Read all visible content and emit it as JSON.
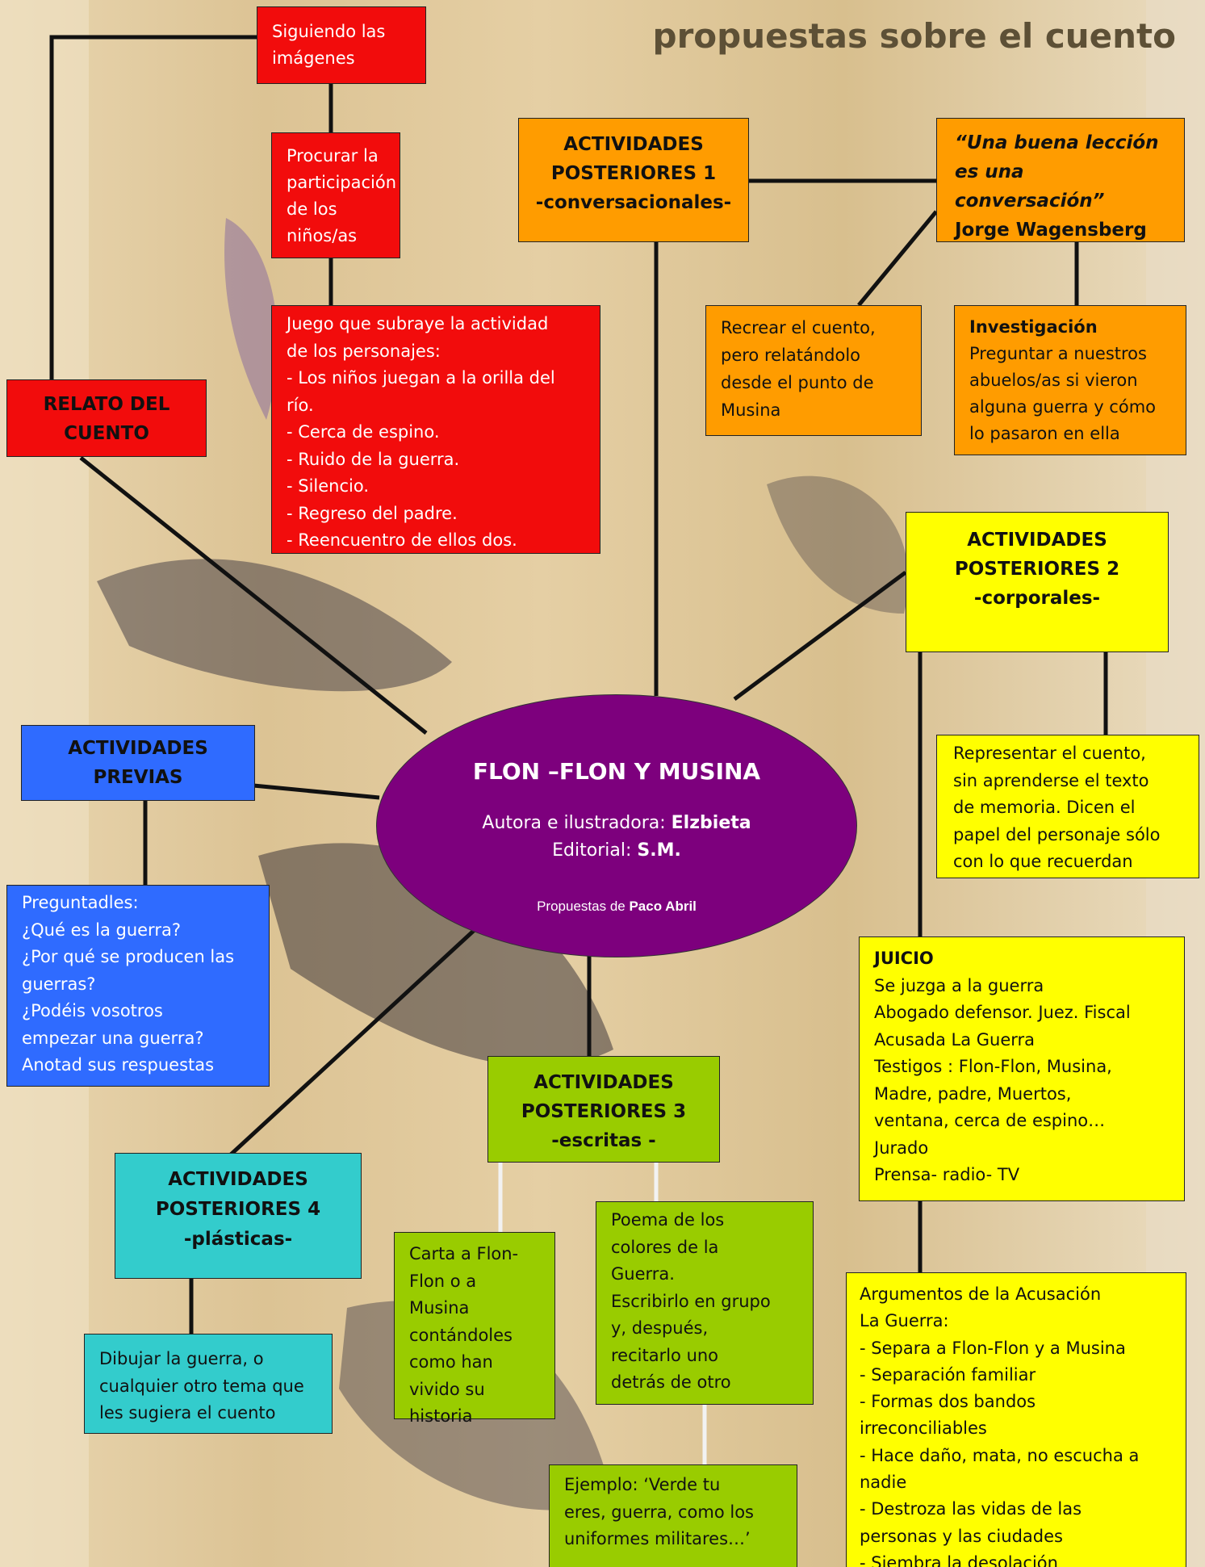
{
  "page_title": "propuestas sobre el cuento",
  "center": {
    "title": "FLON –FLON Y MUSINA",
    "author_label": "Autora e ilustradora: ",
    "author_name": "Elzbieta",
    "editorial_label": "Editorial: ",
    "editorial_name": "S.M.",
    "proposals_label": "Propuestas de ",
    "proposals_name": "Paco Abril"
  },
  "relato": {
    "title": [
      "RELATO DEL",
      "CUENTO"
    ],
    "siguiendo": [
      "Siguiendo las",
      "imágenes"
    ],
    "procurar": [
      "Procurar la",
      "participación",
      "de los",
      "niños/as"
    ],
    "juego": [
      "Juego que subraye la actividad",
      "de los personajes:",
      "- Los niños juegan a la orilla del",
      "río.",
      "- Cerca de espino.",
      "- Ruido de la guerra.",
      "- Silencio.",
      "- Regreso del padre.",
      "- Reencuentro de ellos dos."
    ]
  },
  "posteriores1": {
    "title": [
      "ACTIVIDADES",
      "POSTERIORES 1",
      "-conversacionales-"
    ],
    "quote": [
      "“Una buena lección",
      "es una conversación”"
    ],
    "quote_author": "Jorge Wagensberg",
    "recrear": [
      "Recrear el cuento,",
      "pero relatándolo",
      "desde el punto de",
      "Musina"
    ],
    "investigacion_title": "Investigación",
    "investigacion": [
      "Preguntar a  nuestros",
      "abuelos/as si  vieron",
      "alguna  guerra y cómo",
      "lo pasaron en ella"
    ]
  },
  "posteriores2": {
    "title": [
      "ACTIVIDADES",
      "POSTERIORES 2",
      "-corporales-"
    ],
    "representar": [
      "Representar el cuento,",
      "sin aprenderse el texto",
      "de memoria. Dicen el",
      "papel del personaje sólo",
      "con lo que recuerdan"
    ],
    "juicio_title": "JUICIO",
    "juicio": [
      "Se juzga a la guerra",
      "Abogado defensor. Juez. Fiscal",
      "Acusada La Guerra",
      "Testigos : Flon-Flon, Musina,",
      "Madre, padre, Muertos,",
      "ventana, cerca de espino…",
      "Jurado",
      "Prensa- radio- TV"
    ],
    "argumentos": [
      "Argumentos de la Acusación",
      "La Guerra:",
      "- Separa a Flon-Flon y a Musina",
      "- Separación familiar",
      "- Formas dos bandos",
      "irreconciliables",
      "- Hace daño, mata, no escucha a",
      "nadie",
      "- Destroza las vidas de las",
      "personas y las ciudades",
      "- Siembra la desolación"
    ]
  },
  "previas": {
    "title": [
      "ACTIVIDADES",
      "PREVIAS"
    ],
    "preguntas": [
      "Preguntadles:",
      "¿Qué es la guerra?",
      "¿Por qué se producen las",
      "guerras?",
      "¿Podéis vosotros",
      "empezar una guerra?",
      "Anotad sus respuestas"
    ]
  },
  "posteriores3": {
    "title": [
      "ACTIVIDADES",
      "POSTERIORES 3",
      "-escritas -"
    ],
    "carta": [
      "Carta a Flon-",
      "Flon o a Musina",
      "contándoles",
      "como han",
      "vivido su",
      "historia"
    ],
    "poema": [
      "Poema de los",
      "colores de la",
      "Guerra.",
      "Escribirlo en grupo",
      "y,  después,",
      "recitarlo uno",
      "detrás de otro"
    ],
    "ejemplo": [
      "Ejemplo: ‘Verde tu",
      "eres, guerra, como los",
      "uniformes militares…’"
    ]
  },
  "posteriores4": {
    "title": [
      "ACTIVIDADES",
      "POSTERIORES 4",
      "-plásticas-"
    ],
    "dibujar": [
      "Dibujar la  guerra, o",
      "cualquier otro tema que",
      "les sugiera el  cuento"
    ]
  },
  "colors": {
    "red": "#f20c0c",
    "orange": "#ff9c00",
    "yellow": "#ffff00",
    "blue": "#2f6bff",
    "cyan": "#33cccc",
    "green": "#99cc00",
    "purple": "#7d007d"
  }
}
